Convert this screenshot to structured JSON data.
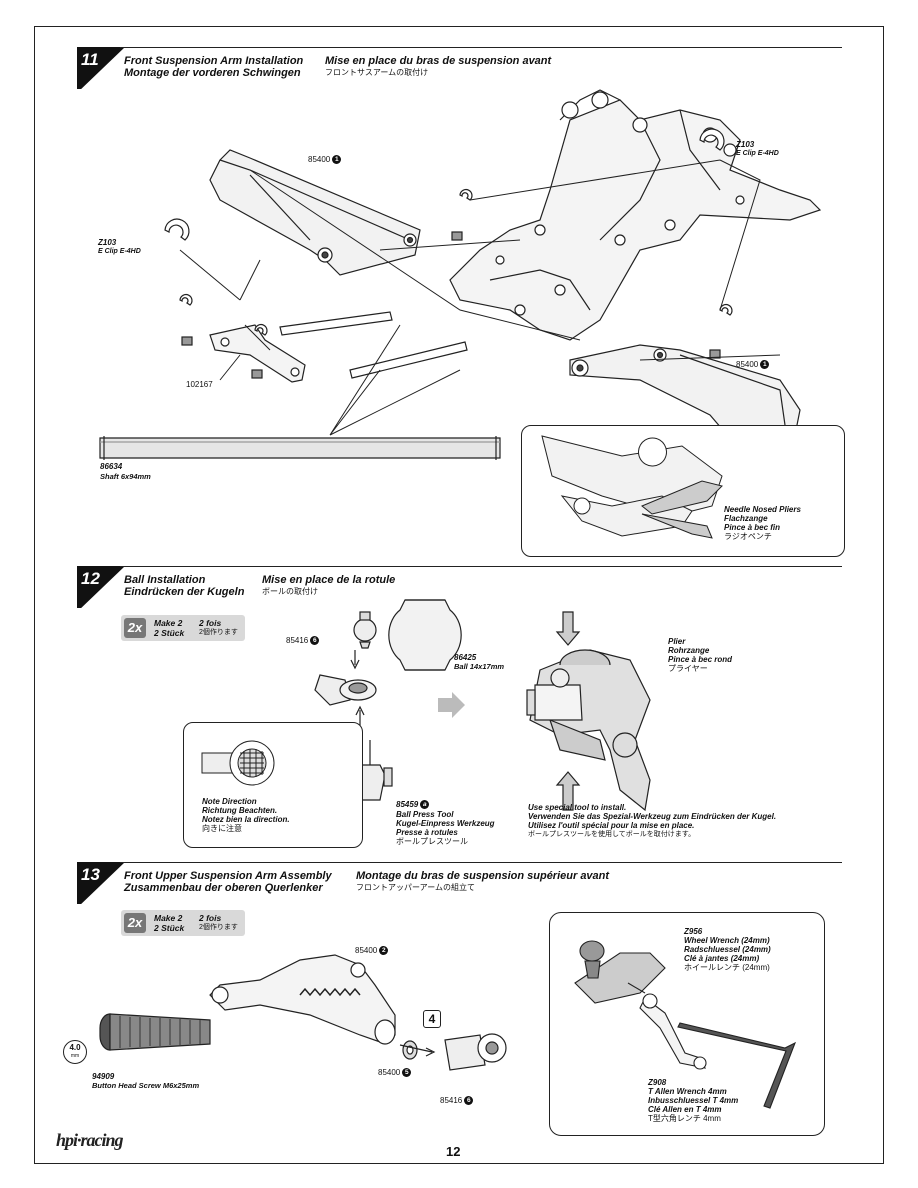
{
  "page_number": "12",
  "logo_text": "hpi·racing",
  "step11": {
    "number": "11",
    "title_en": "Front Suspension Arm Installation",
    "title_de": "Montage der vorderen Schwingen",
    "title_fr": "Mise en place du bras de suspension avant",
    "title_jp": "フロントサスアームの取付け",
    "parts": {
      "arm_top": {
        "num": "85400",
        "badge": "1"
      },
      "arm_bottom": {
        "num": "85400",
        "badge": "1"
      },
      "clip_left": {
        "num": "Z103",
        "name": "E Clip E-4HD"
      },
      "clip_right": {
        "num": "Z103",
        "name": "E Clip E-4HD"
      },
      "plate": {
        "num": "102167"
      },
      "shaft": {
        "num": "86634",
        "name": "Shaft 6x94mm"
      }
    },
    "inset": {
      "tool_en": "Needle Nosed Pliers",
      "tool_de": "Flachzange",
      "tool_fr": "Pince à bec fin",
      "tool_jp": "ラジオペンチ"
    }
  },
  "step12": {
    "number": "12",
    "title_en": "Ball Installation",
    "title_de": "Eindrücken der Kugeln",
    "title_fr": "Mise en place de la rotule",
    "title_jp": "ボールの取付け",
    "make": {
      "count": "2x",
      "en": "Make 2",
      "fr": "2 fois",
      "de": "2 Stück",
      "jp": "2個作ります"
    },
    "parts": {
      "rodend": {
        "num": "85416",
        "badge": "6"
      },
      "ball": {
        "num": "86425",
        "name": "Ball 14x17mm"
      },
      "tool": {
        "num": "85459",
        "badge": "a",
        "en": "Ball Press Tool",
        "de": "Kugel-Einpress Werkzeug",
        "fr": "Presse à rotules",
        "jp": "ボールプレスツール"
      }
    },
    "note": {
      "en": "Note Direction",
      "de": "Richtung Beachten.",
      "fr": "Notez bien la direction.",
      "jp": "向きに注意"
    },
    "plier": {
      "en": "Plier",
      "de": "Rohrzange",
      "fr": "Pince à bec rond",
      "jp": "プライヤー"
    },
    "instruction": {
      "en": "Use special tool to install.",
      "de": "Verwenden Sie das Spezial-Werkzeug zum Eindrücken der Kugel.",
      "fr": "Utilisez l'outil spécial pour la mise en place.",
      "jp": "ボールプレスツールを使用してボールを取付けます。"
    }
  },
  "step13": {
    "number": "13",
    "title_en": "Front Upper Suspension Arm Assembly",
    "title_de": "Zusammenbau der oberen Querlenker",
    "title_fr": "Montage du bras de suspension supérieur avant",
    "title_jp": "フロントアッパーアームの組立て",
    "make": {
      "count": "2x",
      "en": "Make 2",
      "fr": "2 fois",
      "de": "2 Stück",
      "jp": "2個作ります"
    },
    "parts": {
      "arm": {
        "num": "85400",
        "badge": "2"
      },
      "washer": {
        "num": "85400",
        "badge": "5"
      },
      "rodend": {
        "num": "85416",
        "badge": "6"
      },
      "screw": {
        "num": "94909",
        "name": "Button Head Screw M6x25mm"
      },
      "hex_size": {
        "value": "4.0",
        "unit": "mm"
      },
      "callout": "4"
    },
    "tools": {
      "wrench": {
        "num": "Z956",
        "en": "Wheel Wrench (24mm)",
        "de": "Radschluessel (24mm)",
        "fr": "Clé à jantes (24mm)",
        "jp": "ホイールレンチ (24mm)"
      },
      "allen": {
        "num": "Z908",
        "en": "T Allen Wrench 4mm",
        "de": "Inbusschluessel T 4mm",
        "fr": "Clé Allen en T 4mm",
        "jp": "T型六角レンチ 4mm"
      }
    }
  }
}
